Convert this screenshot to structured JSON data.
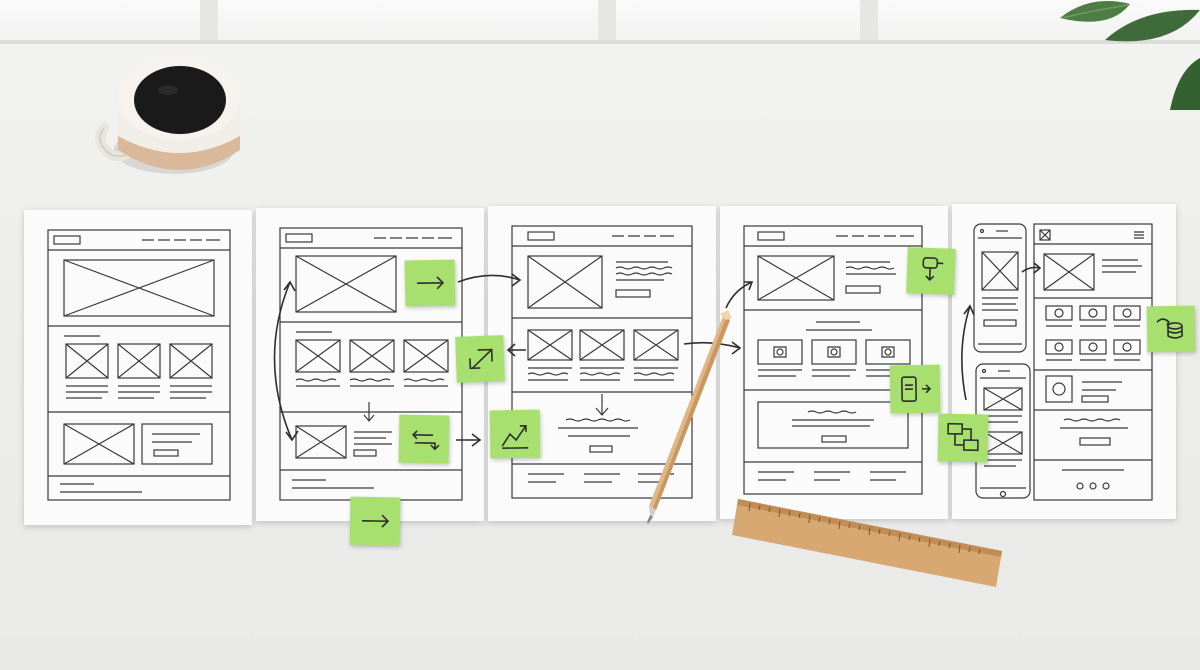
{
  "scene": {
    "description_tags": [
      "desk",
      "wireframe-sketches",
      "sticky-notes",
      "coffee-mug",
      "pencil",
      "ruler",
      "plant"
    ]
  },
  "colors": {
    "desk": "#ededeb",
    "paper": "#fbfbfb",
    "ink": "#3a3a3a",
    "sticky_note": "#a8e06f",
    "coffee": "#1a1a1a",
    "mug_glaze": "#f1eee8",
    "mug_clay": "#d9b99a",
    "pencil_wood": "#e0b888",
    "ruler_wood": "#d7a872",
    "leaf": "#3f6b3a"
  }
}
